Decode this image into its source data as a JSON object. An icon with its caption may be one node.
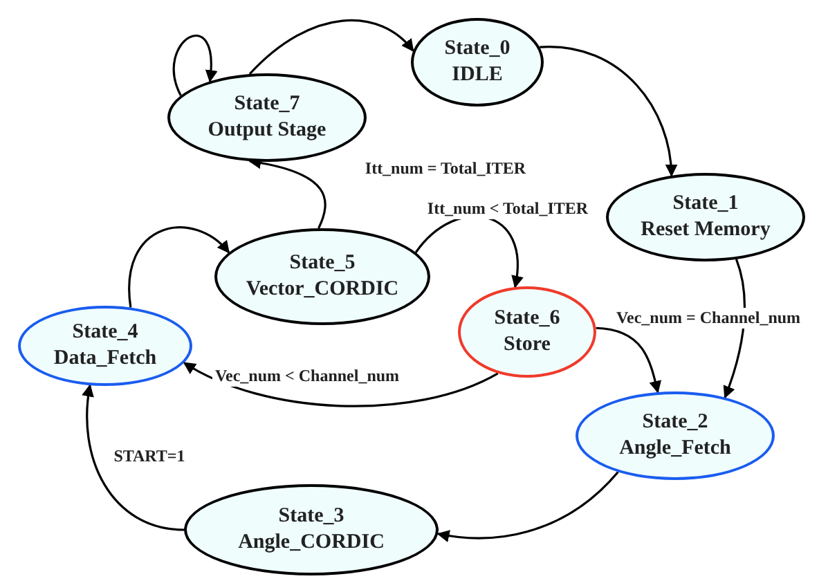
{
  "diagram": {
    "nodes": [
      {
        "text": [
          "State_0",
          "IDLE"
        ]
      },
      {
        "text": [
          "State_1",
          "Reset Memory"
        ]
      },
      {
        "text": [
          "State_2",
          "Angle_Fetch"
        ]
      },
      {
        "text": [
          "State_3",
          "Angle_CORDIC"
        ]
      },
      {
        "text": [
          "State_4",
          "Data_Fetch"
        ]
      },
      {
        "text": [
          "State_5",
          "Vector_CORDIC"
        ]
      },
      {
        "text": [
          "State_6",
          "Store"
        ]
      },
      {
        "text": [
          "State_7",
          "Output Stage"
        ]
      }
    ],
    "edges": [
      {
        "from": 7,
        "to": 0,
        "arrow": "to"
      },
      {
        "from": 0,
        "to": 1,
        "arrow": "to"
      },
      {
        "from": 1,
        "to": 2,
        "arrow": "to"
      },
      {
        "from": 6,
        "to": 2,
        "arrow": "to",
        "label": "Vec_num = Channel_num"
      },
      {
        "from": 2,
        "to": 3,
        "arrow": "to"
      },
      {
        "from": 3,
        "to": 4,
        "arrow": "to",
        "label": "START=1"
      },
      {
        "from": 4,
        "to": 5,
        "arrow": "to"
      },
      {
        "from": 5,
        "to": 7,
        "arrow": "to",
        "label": "Itt_num = Total_ITER"
      },
      {
        "from": 5,
        "to": 6,
        "arrow": "to",
        "label": "Itt_num < Total_ITER"
      },
      {
        "from": 6,
        "to": 4,
        "arrow": "to",
        "label": "Vec_num < Channel_num"
      },
      {
        "from": 7,
        "to": 7,
        "arrow": "to"
      }
    ]
  }
}
